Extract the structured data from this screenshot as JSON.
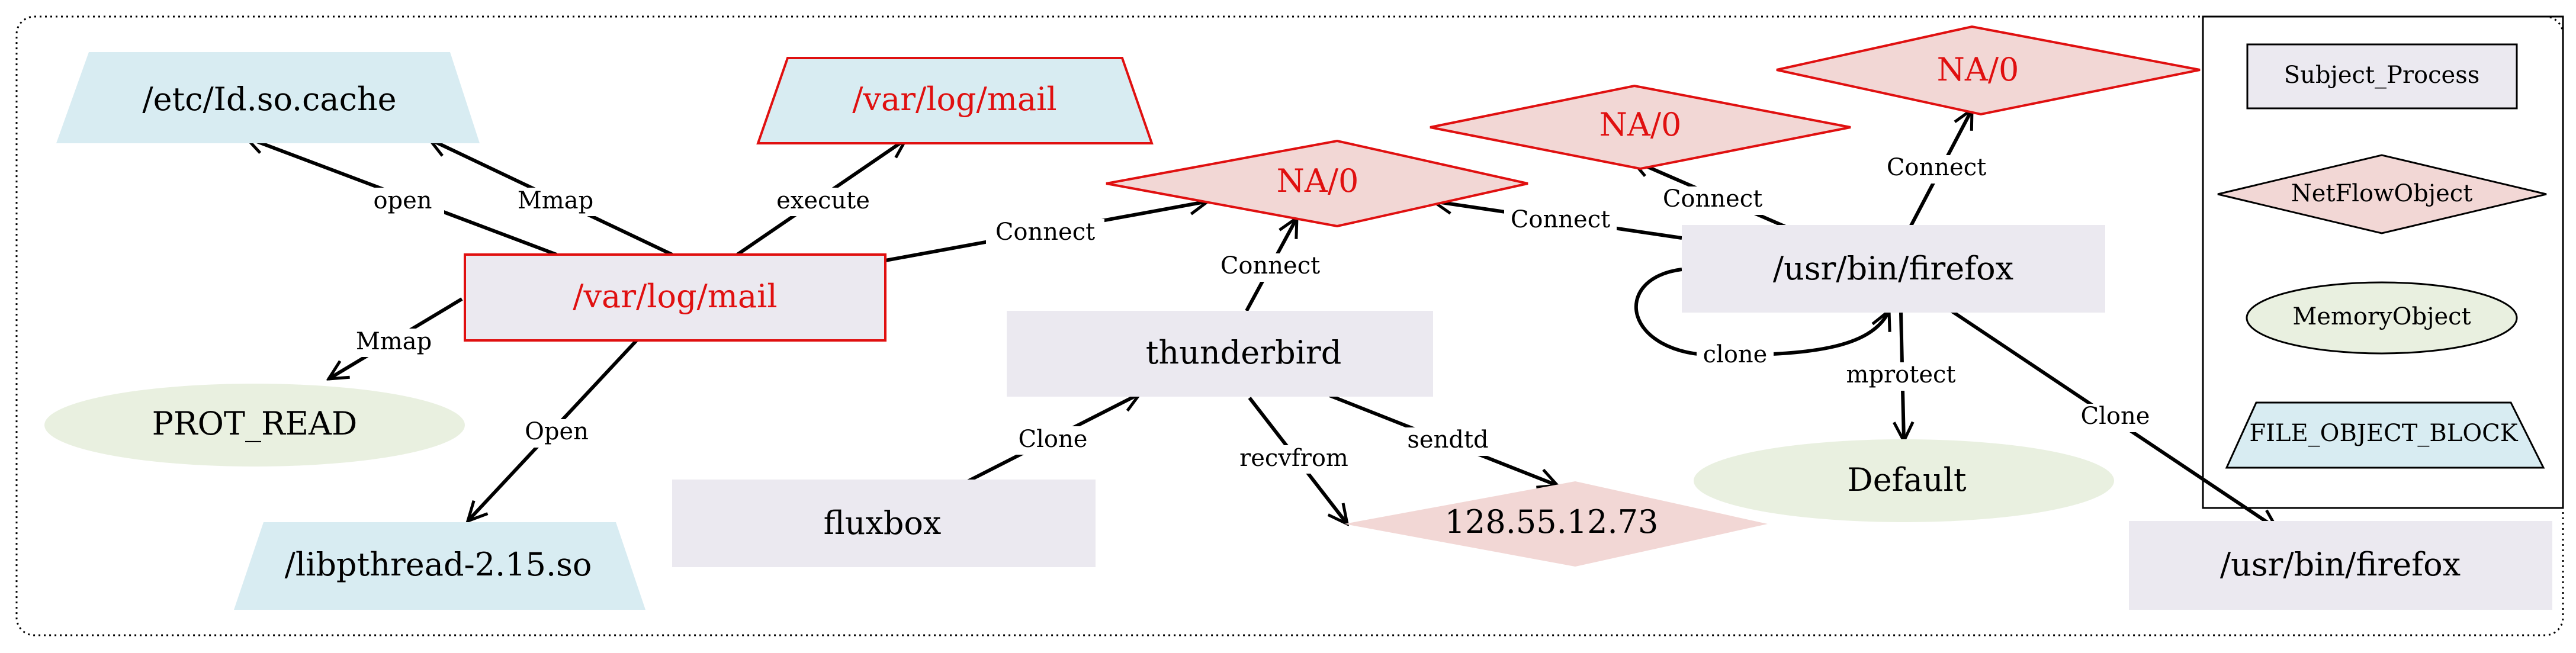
{
  "colors": {
    "process_fill": "#ebe9f0",
    "netflow_fill": "#f2d7d5",
    "memory_fill": "#e9f0e0",
    "file_fill": "#d8ecf2",
    "highlight": "#e01010",
    "text": "#000000"
  },
  "nodes": {
    "etc_ldso": "/etc/Id.so.cache",
    "var_log_mail_file": "/var/log/mail",
    "na0_a": "NA/0",
    "na0_b": "NA/0",
    "na0_c": "NA/0",
    "var_log_mail_proc": "/var/log/mail",
    "firefox_proc": "/usr/bin/firefox",
    "thunderbird": "thunderbird",
    "prot_read": "PROT_READ",
    "default_mem": "Default",
    "libpthread": "/libpthread-2.15.so",
    "fluxbox": "fluxbox",
    "ip_addr": "128.55.12.73",
    "firefox_clone": "/usr/bin/firefox"
  },
  "edges": {
    "open": "open",
    "mmap_up": "Mmap",
    "execute": "execute",
    "connect_mail": "Connect",
    "mmap_down": "Mmap",
    "open_lib": "Open",
    "connect_tb": "Connect",
    "clone_fb": "Clone",
    "recvfrom": "recvfrom",
    "sendtd": "sendtd",
    "connect_ff_a": "Connect",
    "connect_ff_b": "Connect",
    "connect_ff_c": "Connect",
    "clone_self": "clone",
    "mprotect": "mprotect",
    "clone_ff": "Clone"
  },
  "legend": {
    "subject_process": "Subject_Process",
    "netflow_object": "NetFlowObject",
    "memory_object": "MemoryObject",
    "file_object_block": "FILE_OBJECT_BLOCK"
  }
}
